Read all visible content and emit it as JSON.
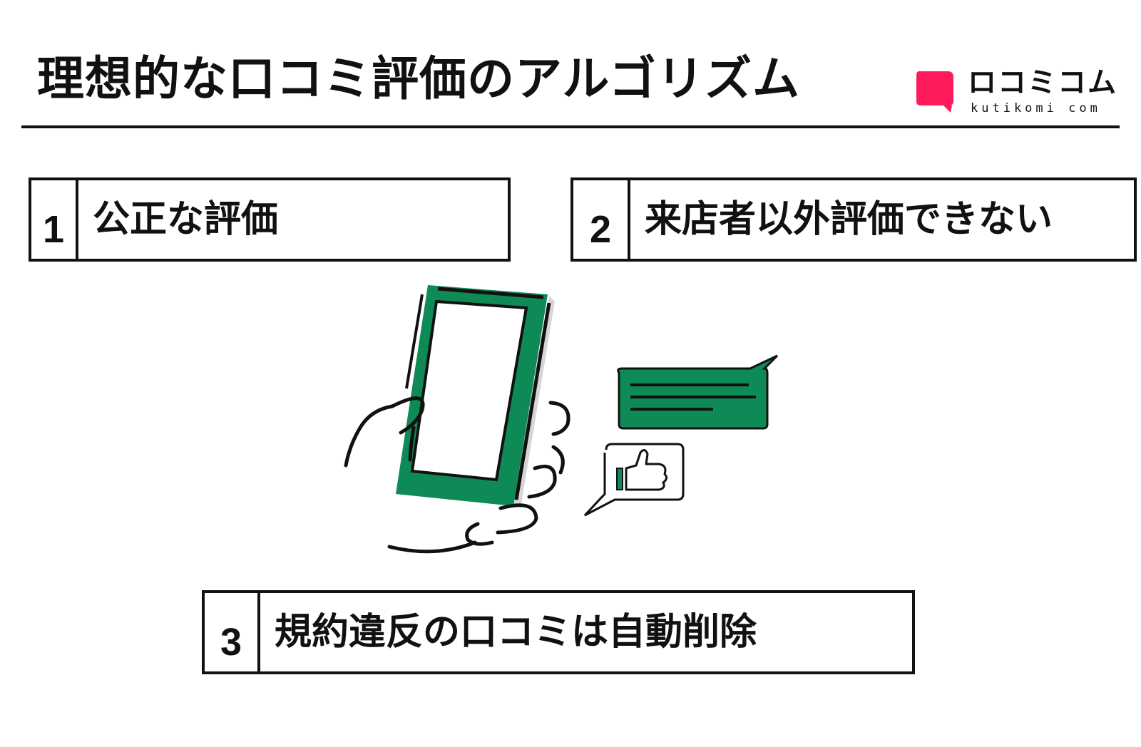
{
  "header": {
    "title": "理想的な口コミ評価のアルゴリズム"
  },
  "logo": {
    "main_text": "ロコミコム",
    "sub_text": "kutikomi com",
    "color": "#ff1a5c"
  },
  "items": [
    {
      "number": "1",
      "label": "公正な評価"
    },
    {
      "number": "2",
      "label": "来店者以外評価できない"
    },
    {
      "number": "3",
      "label": "規約違反の口コミは自動削除"
    }
  ],
  "illustration": {
    "accent_color": "#0d8a55",
    "phone_icon": "smartphone-in-hand-icon",
    "message_icon": "speech-bubble-icon",
    "like_icon": "thumbs-up-icon"
  }
}
